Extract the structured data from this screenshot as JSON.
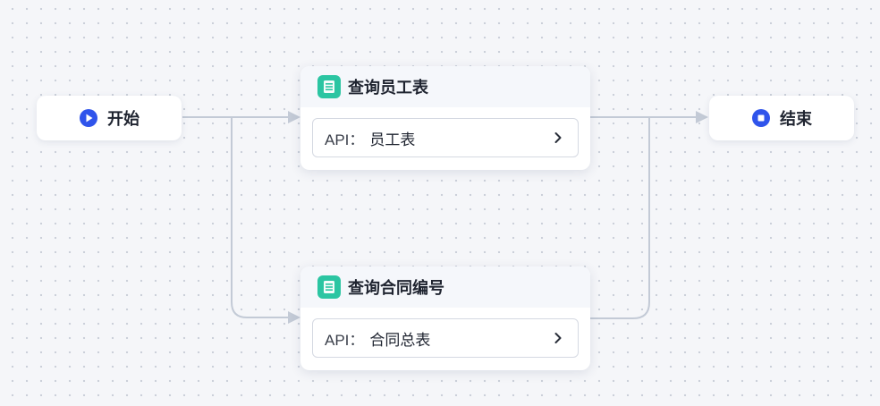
{
  "canvas": {
    "accent_color": "#2f54eb",
    "db_icon_color": "#2bc5a2",
    "edge_color": "#c3cad6"
  },
  "nodes": {
    "start": {
      "label": "开始",
      "icon": "play-circle-icon"
    },
    "end": {
      "label": "结束",
      "icon": "stop-circle-icon"
    },
    "query_employee": {
      "title": "查询员工表",
      "icon": "database-icon",
      "api_prefix": "API：",
      "api_value": "员工表"
    },
    "query_contract": {
      "title": "查询合同编号",
      "icon": "database-icon",
      "api_prefix": "API：",
      "api_value": "合同总表"
    }
  }
}
